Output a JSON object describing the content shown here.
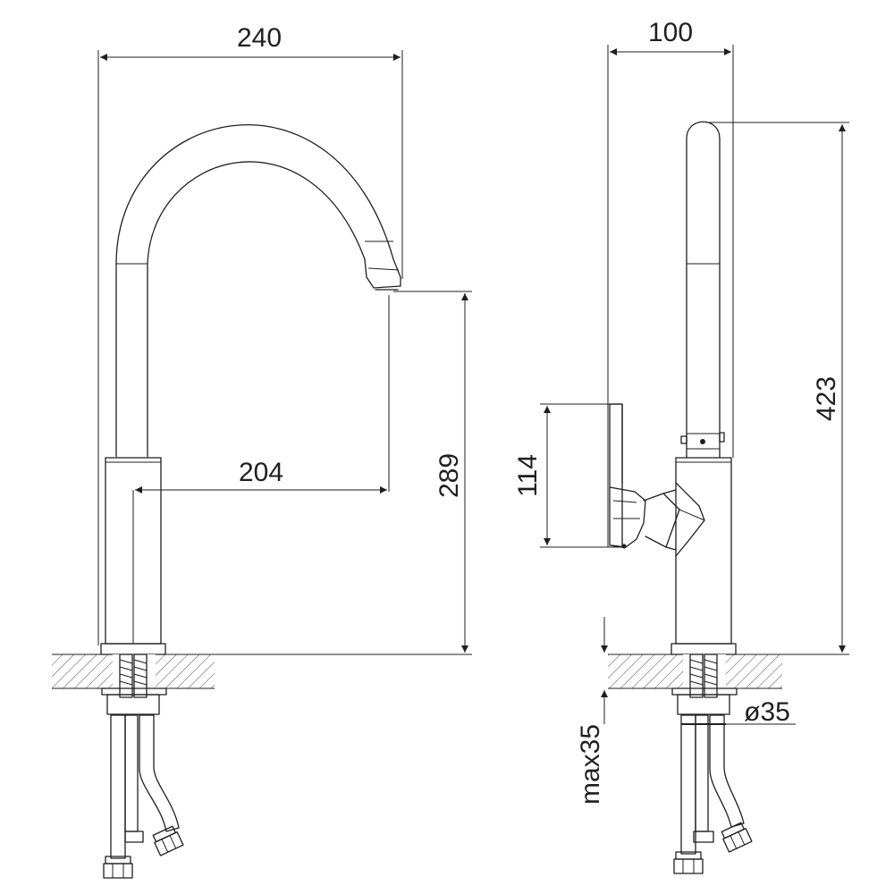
{
  "dimensions": {
    "front_width": "240",
    "spout_reach": "204",
    "spout_height": "289",
    "side_depth": "100",
    "total_height": "423",
    "lever_height": "114",
    "hole_diameter": "ø35",
    "max_thickness": "max35"
  }
}
